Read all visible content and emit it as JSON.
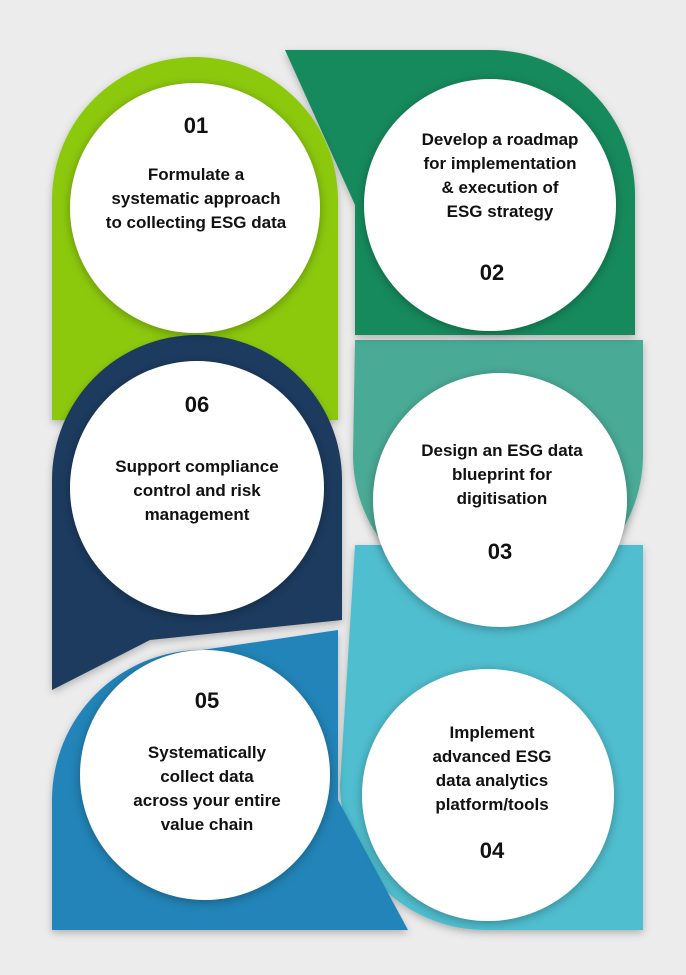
{
  "colors": {
    "background": "#ececec",
    "step1": "#8cc90f",
    "step2": "#178a5c",
    "step3": "#49ab96",
    "step4": "#4fbecf",
    "step5": "#2384b8",
    "step6": "#1f3a5f",
    "circle": "#ffffff",
    "text": "#111111"
  },
  "steps": [
    {
      "number": "01",
      "lines": [
        "Formulate a",
        "systematic approach",
        "to collecting ESG data"
      ]
    },
    {
      "number": "02",
      "lines": [
        "Develop a roadmap",
        "for implementation",
        "& execution of",
        "ESG strategy"
      ]
    },
    {
      "number": "03",
      "lines": [
        "Design an ESG data",
        "blueprint for",
        "digitisation"
      ]
    },
    {
      "number": "04",
      "lines": [
        "Implement",
        "advanced ESG",
        "data analytics",
        "platform/tools"
      ]
    },
    {
      "number": "05",
      "lines": [
        "Systematically",
        "collect data",
        "across your entire",
        "value chain"
      ]
    },
    {
      "number": "06",
      "lines": [
        "Support compliance",
        "control and risk",
        "management"
      ]
    }
  ]
}
